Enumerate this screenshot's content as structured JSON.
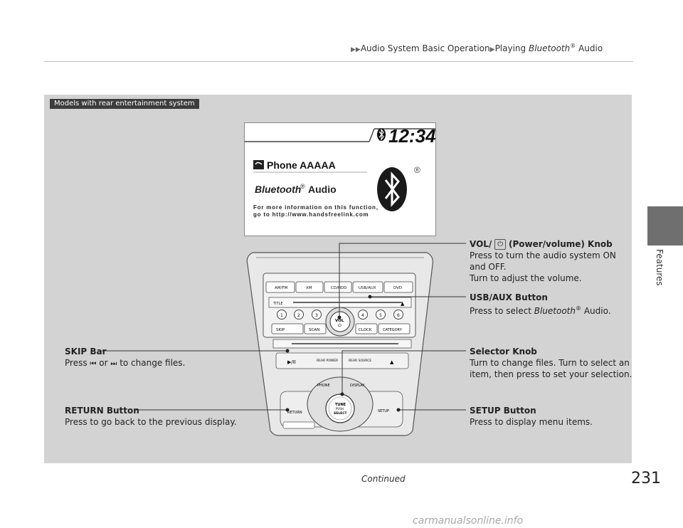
{
  "header": {
    "crumb1": "Audio System Basic Operation",
    "crumb2": "Playing ",
    "crumb2_italic": "Bluetooth",
    "crumb2_reg": "®",
    "crumb2_end": " Audio"
  },
  "side_tab": {
    "label": "Features"
  },
  "figure": {
    "badge": "Models with rear entertainment system",
    "screen": {
      "time": "12:34",
      "phone": "Phone AAAAA",
      "bt_word": "Bluetooth",
      "bt_reg": "®",
      "bt_audio": "Audio",
      "reg_mark": "®",
      "info1": "For more information on this function,",
      "info2": "go to http://www.handsfreelink.com"
    },
    "buttons": {
      "am_fm": "AM/FM",
      "xm": "XM",
      "cd_hdd": "CD/HDD",
      "usb_aux": "USB/AUX",
      "dvd": "DVD",
      "title": "TITLE",
      "vol": "VOL",
      "n1": "1",
      "n2": "2",
      "n3": "3",
      "n4": "4",
      "n5": "5",
      "n6": "6",
      "skip": "SKIP",
      "scan": "SCAN",
      "clock": "CLOCK",
      "category": "CATEGORY",
      "rear_power": "REAR POWER",
      "rear_source": "REAR SOURCE",
      "phone": "PHONE",
      "display": "DISPLAY",
      "tune1": "TUNE",
      "tune2": "PUSH",
      "tune3": "SELECT",
      "return": "RETURN",
      "setup": "SETUP"
    },
    "callouts": {
      "vol": {
        "title_pre": "VOL/",
        "title_post": "(Power/volume) Knob",
        "line1": "Press to turn the audio system ON",
        "line2": "and OFF.",
        "line3": "Turn to adjust the volume."
      },
      "usb": {
        "title": "USB/AUX Button",
        "line1_pre": "Press to select ",
        "line1_italic": "Bluetooth",
        "line1_reg": "®",
        "line1_post": " Audio."
      },
      "selector": {
        "title": "Selector Knob",
        "line1": "Turn to change files. Turn to select an",
        "line2": "item, then press to set your selection."
      },
      "setup": {
        "title": "SETUP Button",
        "line1": "Press to display menu items."
      },
      "skip": {
        "title": "SKIP Bar",
        "line1_pre": "Press",
        "line1_mid": "or",
        "line1_post": "to change files."
      },
      "return": {
        "title": "RETURN Button",
        "line1": "Press to go back to the previous display."
      }
    }
  },
  "footer": {
    "continued": "Continued",
    "page_number": "231",
    "watermark": "carmanualsonline.info"
  }
}
